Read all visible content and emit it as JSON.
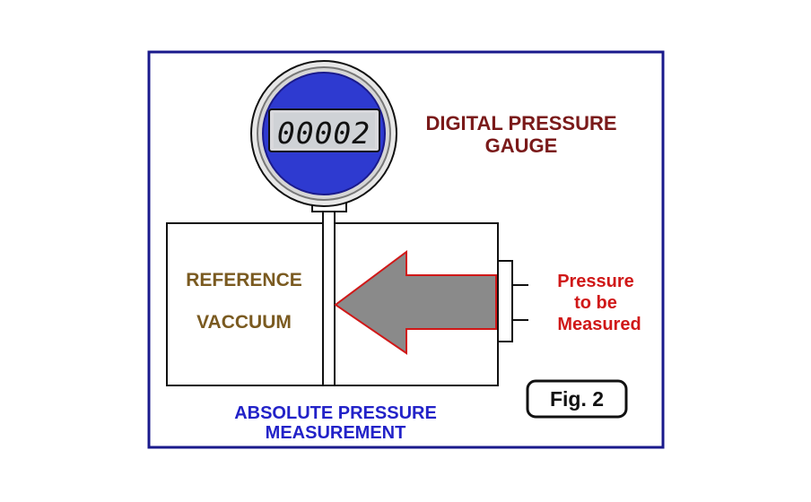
{
  "gauge": {
    "reading": "00002",
    "title_line1": "DIGITAL PRESSURE",
    "title_line2": "GAUGE"
  },
  "chamber": {
    "label_line1": "REFERENCE",
    "label_line2": "VACCUUM"
  },
  "pressure_label": {
    "line1": "Pressure",
    "line2": "to be",
    "line3": "Measured"
  },
  "caption": {
    "line1": "ABSOLUTE PRESSURE",
    "line2": "MEASUREMENT"
  },
  "figure_tag": "Fig. 2",
  "colors": {
    "frame": "#1a1a8c",
    "gauge_blue": "#2e3ad0",
    "gauge_title": "#7a1a1a",
    "chamber_label": "#7a5a20",
    "pressure_label": "#d01818",
    "caption": "#2222c8",
    "arrow_fill": "#8a8a8a",
    "arrow_edge": "#d01818"
  }
}
